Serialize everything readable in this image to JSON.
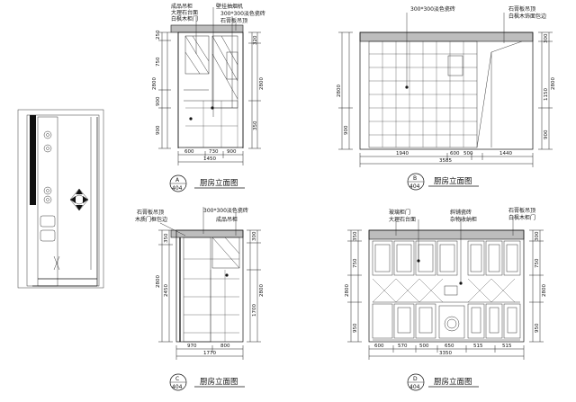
{
  "plan": {},
  "elevation_a": {
    "notes": [
      "成品吊柜",
      "大理石台面",
      "白枫木柜门",
      "壁挂抽烟机",
      "300*300淡色瓷砖",
      "石膏板吊顶"
    ],
    "dims_left": [
      "250",
      "750",
      "2800",
      "900",
      "900"
    ],
    "dims_right": [
      "320",
      "2800",
      "350"
    ],
    "dims_bottom": [
      "600",
      "730",
      "900"
    ],
    "dims_bottom_total": "1450",
    "ref_letter": "A",
    "ref_number": "404",
    "title": "厨房立面图"
  },
  "elevation_b": {
    "notes": [
      "300*300淡色瓷砖",
      "石膏板吊顶",
      "白枫木饰面包边"
    ],
    "dims_right": [
      "300",
      "2800",
      "1150",
      "900"
    ],
    "dims_left": [
      "2800",
      "900"
    ],
    "dims_bottom": [
      "1940",
      "600",
      "500",
      "1440"
    ],
    "dims_bottom_total": "3585",
    "ref_letter": "B",
    "ref_number": "404",
    "title": "厨房立面图"
  },
  "elevation_c": {
    "notes": [
      "石膏板吊顶",
      "木质门框包边",
      "300*300淡色瓷砖",
      "成品吊柜"
    ],
    "dims_left": [
      "350",
      "2800",
      "2450"
    ],
    "dims_right": [
      "300",
      "2800",
      "1700"
    ],
    "dims_bottom": [
      "970",
      "800"
    ],
    "dims_bottom_total": "1770",
    "ref_letter": "C",
    "ref_number": "404",
    "title": "厨房立面图"
  },
  "elevation_d": {
    "notes": [
      "玻璃柜门",
      "大理石台面",
      "斜铺瓷砖",
      "杂物收纳柜",
      "石膏板吊顶",
      "白枫木柜门"
    ],
    "dims_left": [
      "350",
      "750",
      "2800",
      "950"
    ],
    "dims_right": [
      "300",
      "750",
      "2800",
      "950"
    ],
    "dims_bottom": [
      "600",
      "570",
      "500",
      "650",
      "515",
      "515"
    ],
    "dims_bottom_total": "3350",
    "ref_letter": "D",
    "ref_number": "404",
    "title": "厨房立面图"
  }
}
